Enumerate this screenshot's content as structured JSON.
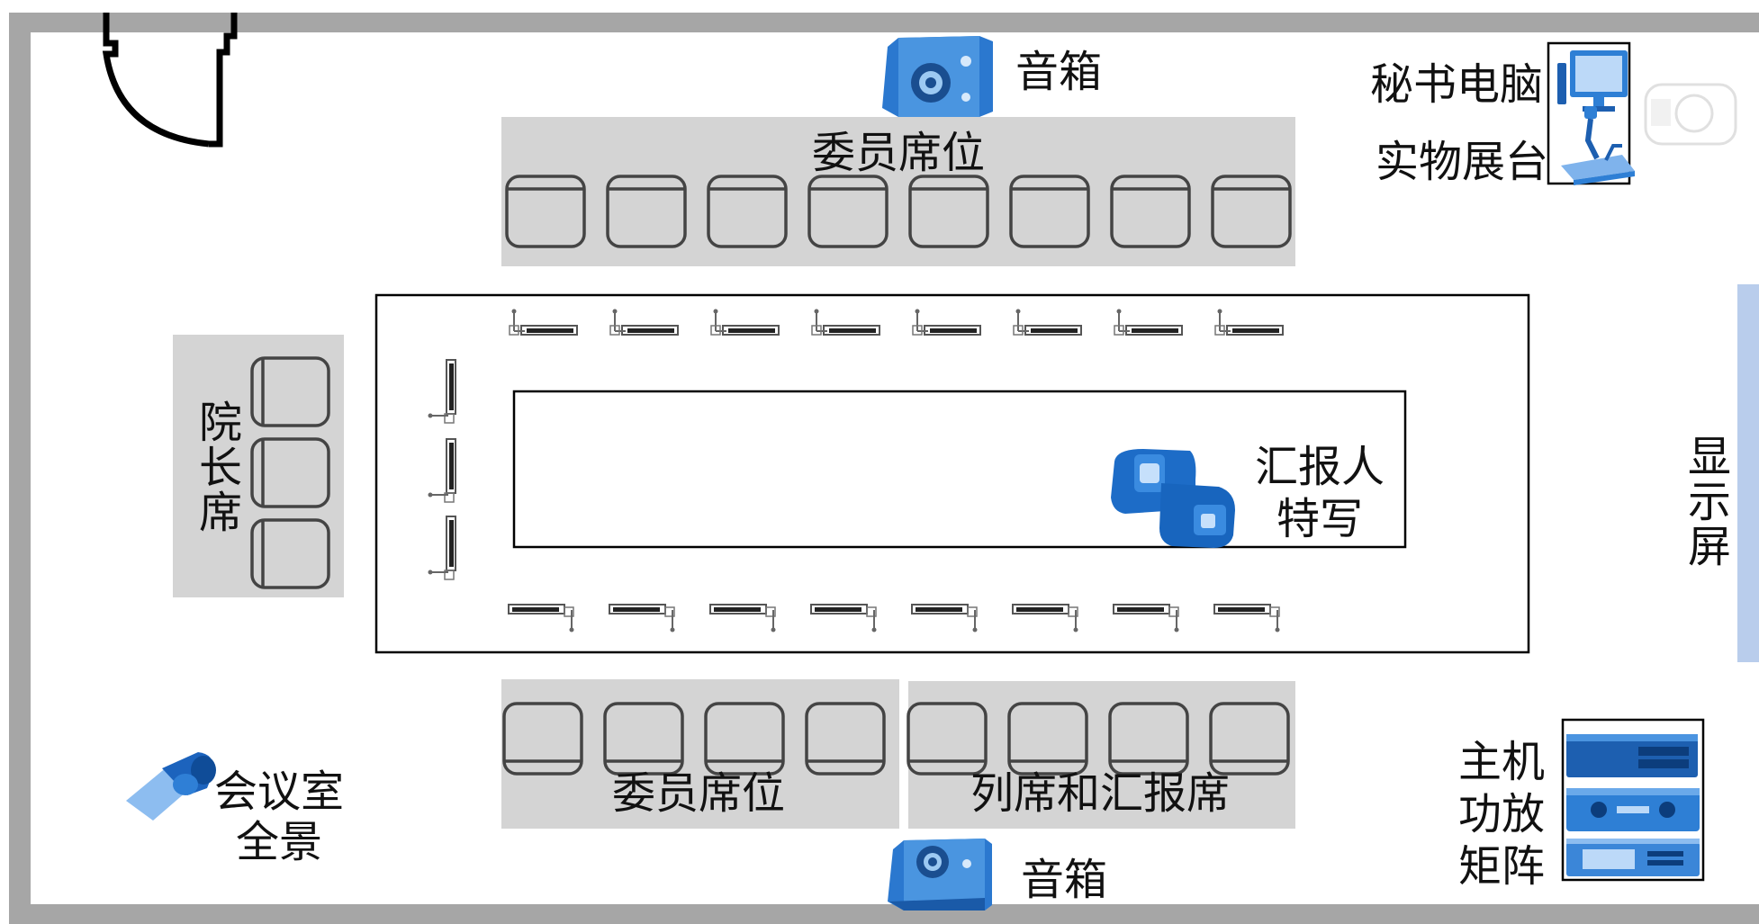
{
  "labels": {
    "speaker_top": "音箱",
    "speaker_bottom": "音箱",
    "committee_seats_top": "委员席位",
    "committee_seats_bottom": "委员席位",
    "observer_reporter_seats": "列席和汇报席",
    "president_seat": "院长席",
    "secretary_pc": "秘书电脑",
    "document_camera": "实物展台",
    "display_screen": "显示屏",
    "reporter_closeup": "汇报人\n特写",
    "room_panorama": "会议室\n全景",
    "equipment_rack": "主机\n功放\n矩阵"
  },
  "colors": {
    "wall": "#a6a6a6",
    "seat_zone": "#d4d4d4",
    "device_blue": "#1f6fc8",
    "screen_blue": "#b9cdec",
    "outline": "#3a3a3a"
  },
  "icons": {
    "speaker": "speaker-icon",
    "camera": "camera-icon",
    "computer": "computer-icon",
    "document_camera": "document-camera-icon",
    "microphone": "microphone-icon",
    "chair": "chair-icon",
    "door": "door-icon",
    "equipment_rack": "equipment-rack-icon"
  }
}
